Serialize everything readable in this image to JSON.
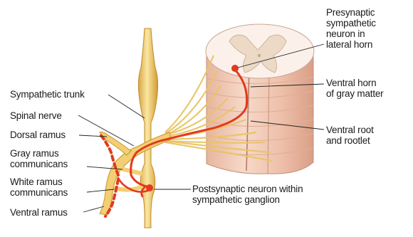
{
  "labels": {
    "presynaptic": "Presynaptic\nsympathetic\nneuron in\nlateral horn",
    "ventral_horn": "Ventral horn\nof gray matter",
    "ventral_root": "Ventral root\nand rootlet",
    "postsynaptic": "Postsynaptic neuron within\nsympathetic ganglion",
    "sympathetic_trunk": "Sympathetic trunk",
    "spinal_nerve": "Spinal nerve",
    "dorsal_ramus": "Dorsal ramus",
    "gray_ramus": "Gray ramus\ncommunicans",
    "white_ramus": "White ramus\ncommunicans",
    "ventral_ramus": "Ventral ramus"
  },
  "colors": {
    "nerve": "#f2c96a",
    "nerve_dark": "#c9962e",
    "neuron": "#e23a1e",
    "cord_flesh": "#f1c9b6",
    "cord_dark": "#d8a38c",
    "gray_matter": "#e9d3bf",
    "leader": "#222222"
  }
}
